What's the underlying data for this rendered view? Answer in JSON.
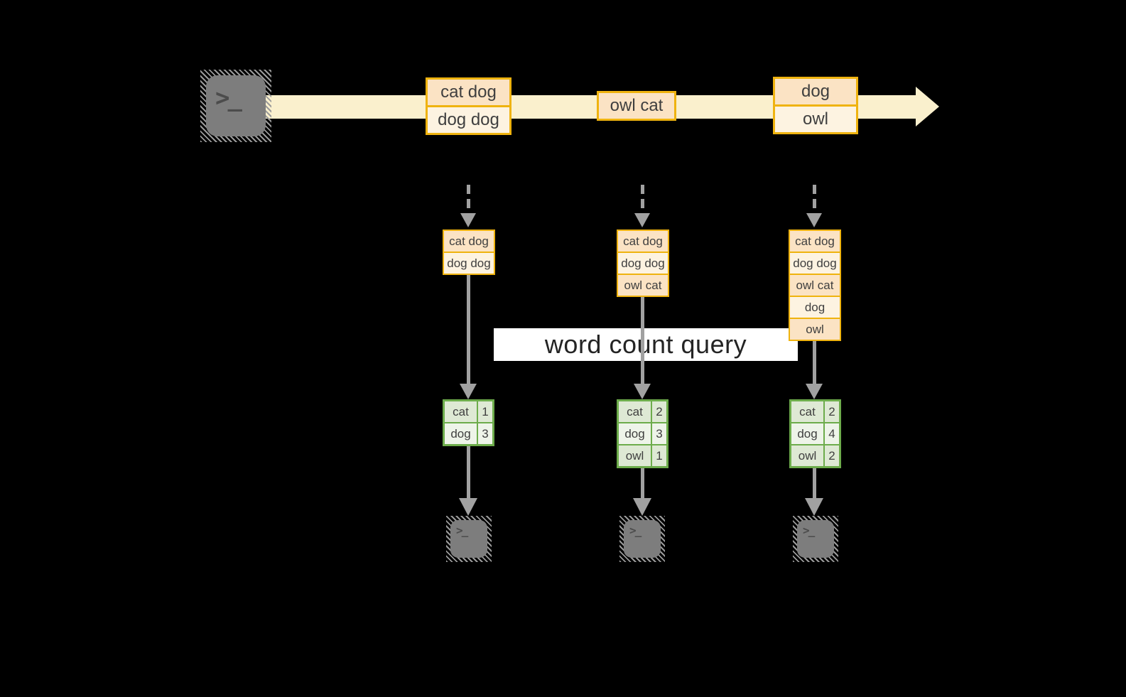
{
  "colors": {
    "background": "#000000",
    "gold_border": "#efb30f",
    "peach_cell": "#fbe3c4",
    "cream_cell": "#fdf3e1",
    "stream_band": "#faf0cd",
    "green_border": "#6dac4b",
    "green_row_dark": "#dee9d4",
    "green_row_light": "#eef4e9",
    "connector_gray": "#a1a1a1",
    "terminal_gray": "#7d7d7d",
    "banner_background": "#ffffff"
  },
  "source": {
    "terminal_prompt": ">_"
  },
  "stream": {
    "batches": [
      {
        "messages": [
          "cat dog",
          "dog dog"
        ]
      },
      {
        "messages": [
          "owl cat"
        ]
      },
      {
        "messages": [
          "dog",
          "owl"
        ]
      }
    ]
  },
  "query": {
    "label": "word count query"
  },
  "columns": [
    {
      "received": [
        "cat dog",
        "dog dog"
      ],
      "counts": [
        {
          "word": "cat",
          "count": "1"
        },
        {
          "word": "dog",
          "count": "3"
        }
      ],
      "terminal_prompt": ">_"
    },
    {
      "received": [
        "cat dog",
        "dog dog",
        "owl cat"
      ],
      "counts": [
        {
          "word": "cat",
          "count": "2"
        },
        {
          "word": "dog",
          "count": "3"
        },
        {
          "word": "owl",
          "count": "1"
        }
      ],
      "terminal_prompt": ">_"
    },
    {
      "received": [
        "cat dog",
        "dog dog",
        "owl cat",
        "dog",
        "owl"
      ],
      "counts": [
        {
          "word": "cat",
          "count": "2"
        },
        {
          "word": "dog",
          "count": "4"
        },
        {
          "word": "owl",
          "count": "2"
        }
      ],
      "terminal_prompt": ">_"
    }
  ]
}
